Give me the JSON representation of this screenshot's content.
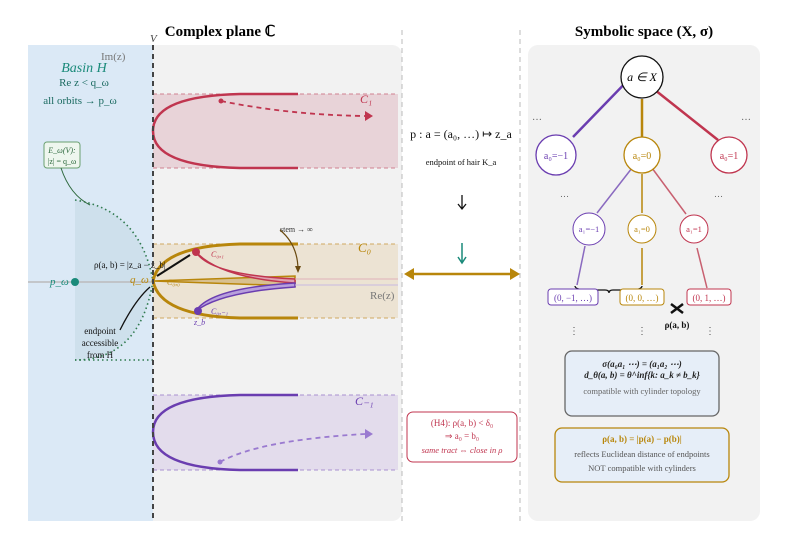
{
  "titles": {
    "complex_plane": "Complex plane ℂ",
    "symbolic_space": "Symbolic space (X, σ)"
  },
  "left": {
    "v_label": "V",
    "im_label": "Im(z)",
    "re_label": "Re(z)",
    "basin_title": "Basin H",
    "basin_condition": "Re z < q_ω",
    "basin_orbits": "all orbits → p_ω",
    "e_box_line1": "E_ω(V):",
    "e_box_line2": "|z| = q_ω",
    "p_omega": "p_ω",
    "q_omega": "q_ω",
    "rho_label": "ρ(a, b) = |z_a − z_b|",
    "stem_label": "stem → ∞",
    "endpoint_note": [
      "endpoint",
      "accessible",
      "from H"
    ],
    "c1": "C₁",
    "c0": "C₀",
    "cm1": "C₋₁",
    "c00": "C₀,₀",
    "c01": "C₀,₁",
    "c0m1": "C₀,₋₁",
    "zb": "z_b"
  },
  "middle": {
    "map_label": "p : a = (a₀, …) ↦ z_a",
    "map_note": "endpoint of hair K_a",
    "h4_line1": "(H4): ρ(a, b) < δ₀",
    "h4_line2": "⇒ a₀ = b₀",
    "h4_line3": "same tract ⇔ close in ρ"
  },
  "tree": {
    "root": "a ∈ X",
    "level0": [
      "a₀=−1",
      "a₀=0",
      "a₀=1"
    ],
    "level1": [
      "a₁=−1",
      "a₁=0",
      "a₁=1"
    ],
    "leaves": [
      "(0, −1, …)",
      "(0, 0, …)",
      "(0, 1, …)"
    ],
    "ellipsis": "…",
    "rho_ab": "ρ(a, b)"
  },
  "box_sigma": {
    "line1": "σ(a₀a₁ ⋯) = (a₁a₂ ⋯)",
    "line2": "d_θ(a, b) = θ^inf{k: a_k ≠ b_k}",
    "line3": "compatible with cylinder topology"
  },
  "box_rho": {
    "line1": "ρ(a, b) = |p(a) − p(b)|",
    "line2": "reflects Euclidean distance of endpoints",
    "line3": "NOT compatible with cylinders"
  },
  "colors": {
    "red": "#c0354f",
    "gold": "#b8860b",
    "purple": "#6a3db0",
    "teal": "#1a8a7a",
    "basin": "#dbe9f6"
  }
}
